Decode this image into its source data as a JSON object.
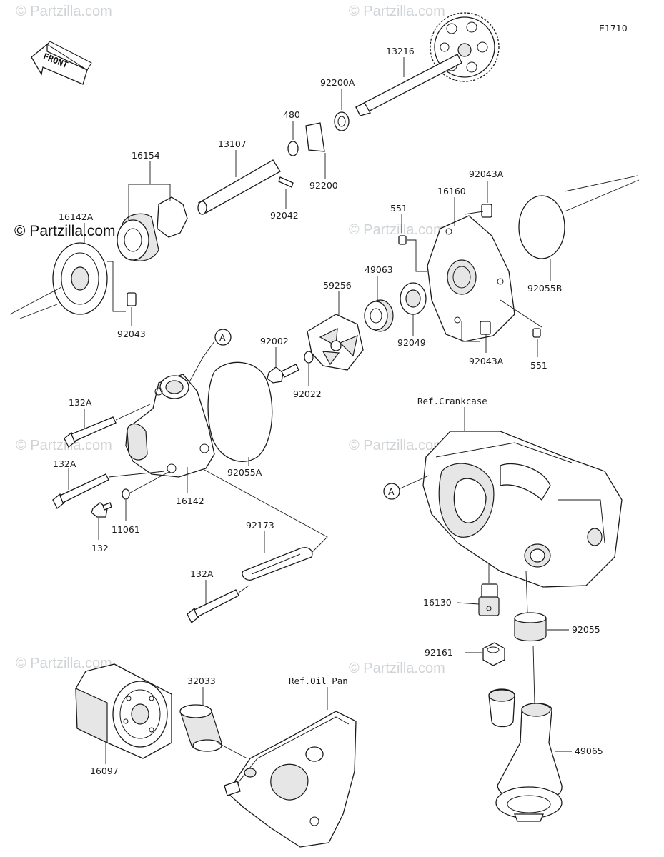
{
  "diagram_code": "E1710",
  "front_label": "FRONT",
  "watermark": "© Partzilla.com",
  "watermark_main": "© Partzilla.com",
  "callout_a": "A",
  "refs": {
    "crankcase": "Ref.Crankcase",
    "oil_pan": "Ref.Oil Pan"
  },
  "parts": {
    "p13216": "13216",
    "p92200A": "92200A",
    "p480": "480",
    "p92200": "92200",
    "p13107": "13107",
    "p92042": "92042",
    "p16154": "16154",
    "p16142A": "16142A",
    "p92043": "92043",
    "p92043A_top": "92043A",
    "p16160": "16160",
    "p551_top": "551",
    "p92055B": "92055B",
    "p49063": "49063",
    "p59256": "59256",
    "p92049": "92049",
    "p92043A_bot": "92043A",
    "p551_bot": "551",
    "p92002": "92002",
    "p92022": "92022",
    "p132A_1": "132A",
    "p132A_2": "132A",
    "p16142": "16142",
    "p92055A": "92055A",
    "p11061": "11061",
    "p132": "132",
    "p92173": "92173",
    "p132A_3": "132A",
    "p16130": "16130",
    "p92055": "92055",
    "p92161": "92161",
    "p49065": "49065",
    "p16097": "16097",
    "p32033": "32033"
  }
}
